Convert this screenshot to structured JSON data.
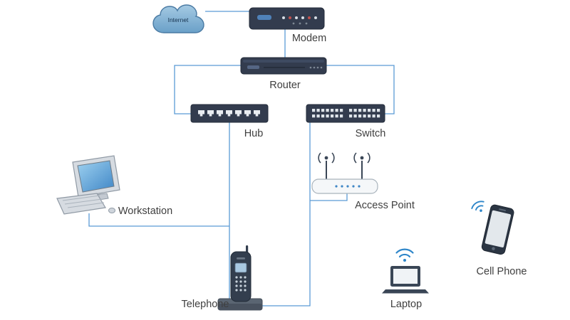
{
  "diagram": {
    "type": "network-topology"
  },
  "colors": {
    "connection_line": "#5b9bd5",
    "device_body": "#333c4e",
    "wireless_accent": "#2e86c9",
    "cloud_fill": "#79afd4",
    "label_text": "#3f3f3f"
  },
  "nodes": {
    "internet": {
      "label": "Internet",
      "kind": "cloud"
    },
    "modem": {
      "label": "Modem",
      "kind": "device"
    },
    "router": {
      "label": "Router",
      "kind": "device"
    },
    "hub": {
      "label": "Hub",
      "kind": "device"
    },
    "switch": {
      "label": "Switch",
      "kind": "device"
    },
    "access_point": {
      "label": "Access Point",
      "kind": "device"
    },
    "workstation": {
      "label": "Workstation",
      "kind": "wired-endpoint"
    },
    "telephone": {
      "label": "Telephone",
      "kind": "wired-endpoint"
    },
    "laptop": {
      "label": "Laptop",
      "kind": "wireless-endpoint"
    },
    "cell_phone": {
      "label": "Cell Phone",
      "kind": "wireless-endpoint"
    }
  },
  "connections": [
    {
      "from": "internet",
      "to": "modem"
    },
    {
      "from": "modem",
      "to": "router"
    },
    {
      "from": "router",
      "to": "hub"
    },
    {
      "from": "router",
      "to": "switch"
    },
    {
      "from": "hub",
      "to": "workstation"
    },
    {
      "from": "hub",
      "to": "telephone"
    },
    {
      "from": "switch",
      "to": "access_point"
    },
    {
      "from": "switch",
      "to": "telephone"
    }
  ]
}
